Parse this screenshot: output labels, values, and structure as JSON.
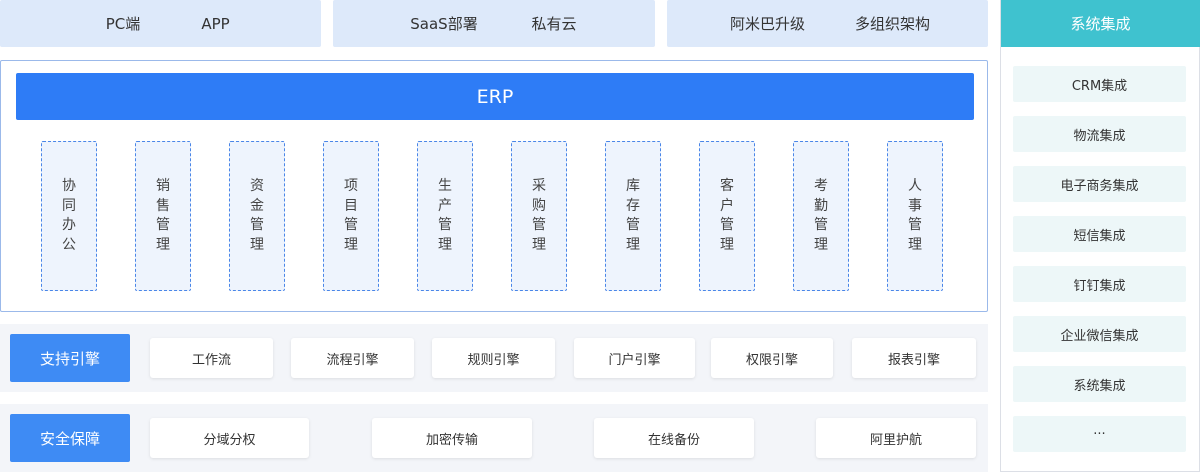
{
  "top_bar": {
    "group1": [
      "PC端",
      "APP"
    ],
    "group2": [
      "SaaS部署",
      "私有云"
    ],
    "group3": [
      "阿米巴升级",
      "多组织架构"
    ]
  },
  "erp": {
    "title": "ERP",
    "modules": [
      [
        "协",
        "同",
        "办",
        "公"
      ],
      [
        "销",
        "售",
        "管",
        "理"
      ],
      [
        "资",
        "金",
        "管",
        "理"
      ],
      [
        "项",
        "目",
        "管",
        "理"
      ],
      [
        "生",
        "产",
        "管",
        "理"
      ],
      [
        "采",
        "购",
        "管",
        "理"
      ],
      [
        "库",
        "存",
        "管",
        "理"
      ],
      [
        "客",
        "户",
        "管",
        "理"
      ],
      [
        "考",
        "勤",
        "管",
        "理"
      ],
      [
        "人",
        "事",
        "管",
        "理"
      ]
    ]
  },
  "support_engine": {
    "label": "支持引擎",
    "items": [
      "工作流",
      "流程引擎",
      "规则引擎",
      "门户引擎",
      "权限引擎",
      "报表引擎"
    ]
  },
  "security": {
    "label": "安全保障",
    "items": [
      "分域分权",
      "加密传输",
      "在线备份",
      "阿里护航"
    ]
  },
  "integration": {
    "title": "系统集成",
    "items": [
      "CRM集成",
      "物流集成",
      "电子商务集成",
      "短信集成",
      "钉钉集成",
      "企业微信集成",
      "系统集成",
      "···"
    ]
  },
  "colors": {
    "top_bg": "#dde9fa",
    "erp_blue": "#2e7cf6",
    "label_blue": "#3e8bf4",
    "teal": "#3fc2cf",
    "teal_light": "#edf7f8",
    "module_border": "#4a86e8"
  }
}
